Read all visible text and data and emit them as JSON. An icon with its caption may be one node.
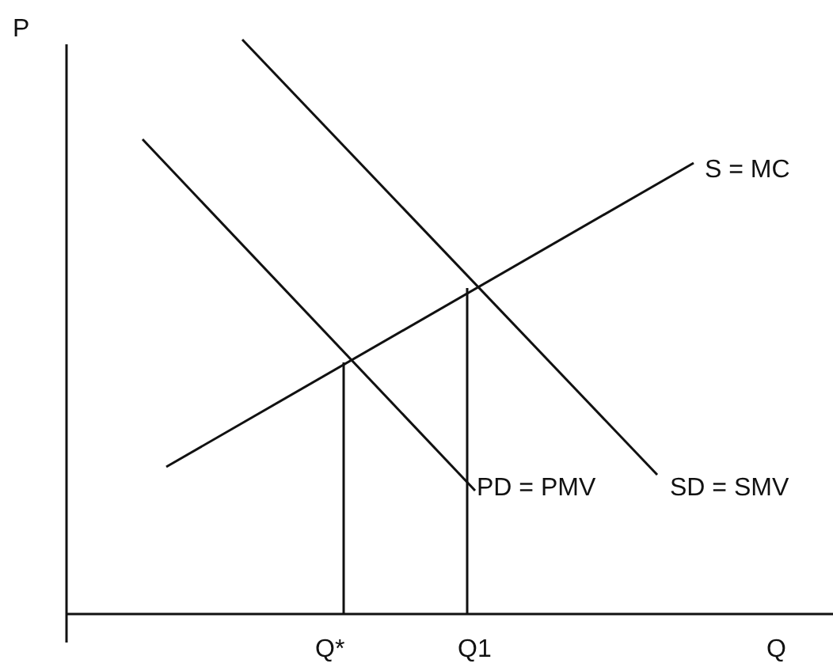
{
  "diagram": {
    "labels": [
      "P",
      "S = MC",
      "PD = PMV",
      "SD = SMV",
      "Q*",
      "Q1",
      "Q"
    ]
  }
}
